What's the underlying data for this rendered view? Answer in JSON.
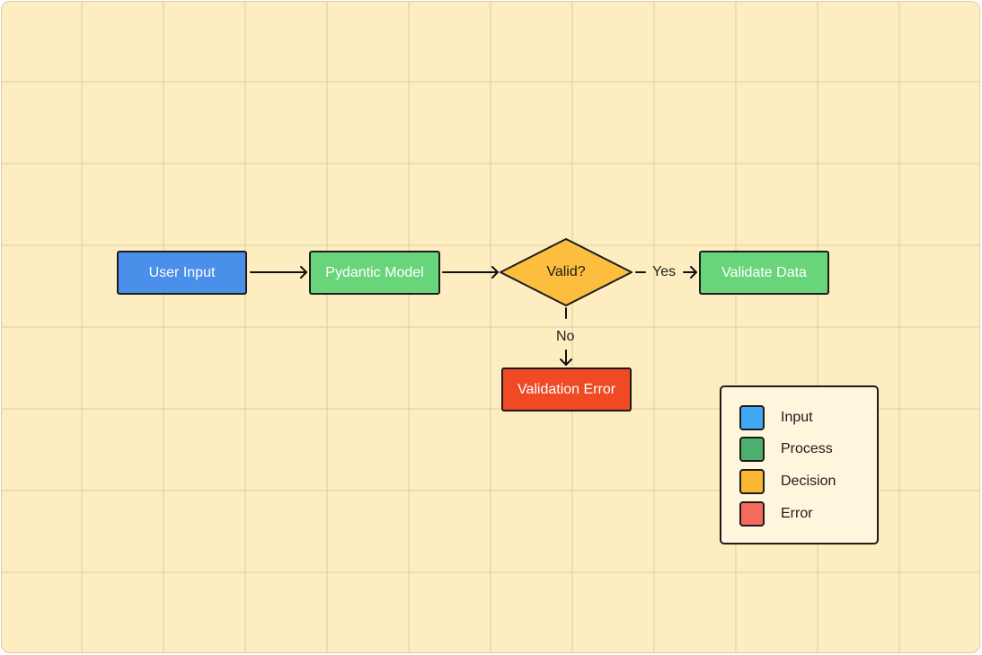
{
  "nodes": {
    "user_input": "User Input",
    "pydantic_model": "Pydantic Model",
    "decision": "Valid?",
    "validate_data": "Validate Data",
    "validation_error": "Validation Error"
  },
  "edges": {
    "yes_label": "Yes",
    "no_label": "No"
  },
  "legend": {
    "items": [
      {
        "label": "Input",
        "color": "#3fa9f5"
      },
      {
        "label": "Process",
        "color": "#4caf6e"
      },
      {
        "label": "Decision",
        "color": "#fbb731"
      },
      {
        "label": "Error",
        "color": "#f76b5d"
      }
    ]
  },
  "colors": {
    "background": "#fdedc0",
    "grid": "#d9cfa6",
    "input_node": "#4a8fea",
    "process_node": "#69d57a",
    "decision_node": "#fdbe3f",
    "error_node": "#f04a24"
  }
}
